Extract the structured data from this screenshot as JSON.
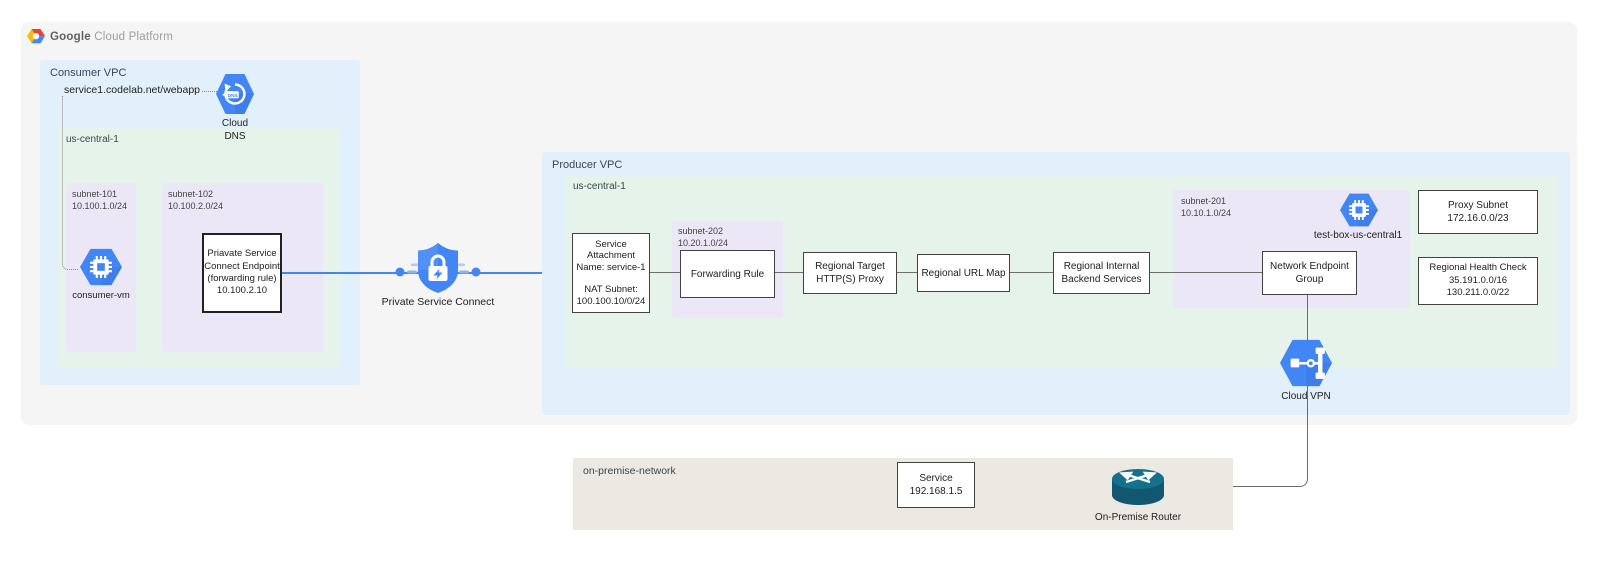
{
  "header": {
    "brand_primary": "Google",
    "brand_secondary": "Cloud Platform"
  },
  "consumer_vpc": {
    "label": "Consumer VPC",
    "dns_record": "service1.codelab.net/webapp",
    "cloud_dns_label": "Cloud\nDNS",
    "region": "us-central-1",
    "subnet101_label": "subnet-101\n10.100.1.0/24",
    "consumer_vm_label": "consumer-vm",
    "subnet102_label": "subnet-102\n10.100.2.0/24",
    "psc_endpoint_text": "Priavate Service\nConnect Endpoint\n(forwarding rule)\n10.100.2.10"
  },
  "psc": {
    "label": "Private Service Connect"
  },
  "producer_vpc": {
    "label": "Producer VPC",
    "region": "us-central-1",
    "service_attachment_text": "Service\nAttachment\nName: service-1\n\nNAT Subnet:\n100.100.10/0/24",
    "subnet202_label": "subnet-202\n10.20.1.0/24",
    "forwarding_rule": "Forwarding Rule",
    "target_proxy": "Regional Target\nHTTP(S) Proxy",
    "url_map": "Regional URL Map",
    "backend_services": "Regional Internal\nBackend Services",
    "subnet201_label": "subnet-201\n10.10.1.0/24",
    "test_box_label": "test-box-us-central1",
    "neg": "Network Endpoint\nGroup",
    "proxy_subnet_text": "Proxy Subnet\n172.16.0.0/23",
    "health_check_text": "Regional Health Check\n35.191.0.0/16\n130.211.0.0/22"
  },
  "cloud_vpn": {
    "label": "Cloud VPN"
  },
  "on_premise": {
    "label": "on-premise-network",
    "service_text": "Service\n192.168.1.5",
    "router_label": "On-Premise Router"
  },
  "colors": {
    "vpc_blue": "#e2f0fb",
    "region_green": "#e5f3ea",
    "subnet_purple": "#ece7f6",
    "canvas_gray": "#f5f5f5",
    "onprem_beige": "#ece8e2",
    "accent_blue": "#4285f4",
    "connector_gray": "#6d6d6d",
    "router_teal": "#15647e"
  },
  "icons": {
    "gcp_logo": "google-cloud-platform-hexagon",
    "cloud_dns": "dns-hexagon",
    "consumer_vm": "compute-engine-hexagon",
    "psc": "shield-lock-bolt",
    "test_box": "compute-engine-hexagon",
    "cloud_vpn": "vpn-gateway-hexagon",
    "router": "on-premise-router-cylinder"
  }
}
